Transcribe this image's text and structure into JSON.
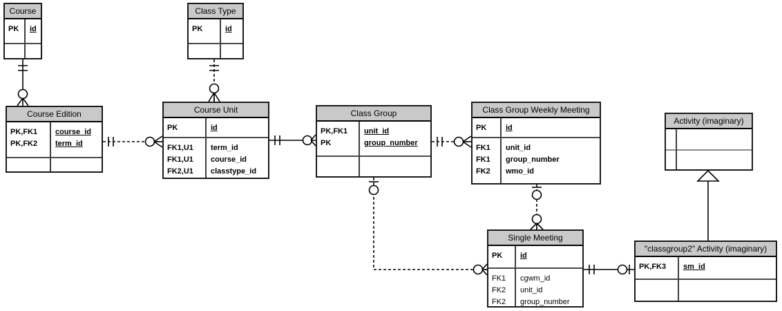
{
  "diagram_type": "entity-relationship (crow's foot notation)",
  "colors": {
    "entity_header_bg": "#c9c9c9",
    "line": "#000000",
    "background": "#ffffff"
  },
  "entities": {
    "course": {
      "title": "Course",
      "pk": [
        {
          "k": "PK",
          "n": "id"
        }
      ]
    },
    "class_type": {
      "title": "Class Type",
      "pk": [
        {
          "k": "PK",
          "n": "id"
        }
      ]
    },
    "course_edition": {
      "title": "Course Edition",
      "pk": [
        {
          "k": "PK,FK1",
          "n": "course_id"
        },
        {
          "k": "PK,FK2",
          "n": "term_id"
        }
      ]
    },
    "course_unit": {
      "title": "Course Unit",
      "pk": [
        {
          "k": "PK",
          "n": "id"
        }
      ],
      "attrs": [
        {
          "k": "FK1,U1",
          "n": "term_id"
        },
        {
          "k": "FK1,U1",
          "n": "course_id"
        },
        {
          "k": "FK2,U1",
          "n": "classtype_id"
        }
      ]
    },
    "class_group": {
      "title": "Class Group",
      "pk": [
        {
          "k": "PK,FK1",
          "n": "unit_id"
        },
        {
          "k": "PK",
          "n": "group_number"
        }
      ]
    },
    "cgwm": {
      "title": "Class Group Weekly Meeting",
      "pk": [
        {
          "k": "PK",
          "n": "id"
        }
      ],
      "attrs": [
        {
          "k": "FK1",
          "n": "unit_id"
        },
        {
          "k": "FK1",
          "n": "group_number"
        },
        {
          "k": "FK2",
          "n": "wmo_id"
        }
      ]
    },
    "activity": {
      "title": "Activity (imaginary)"
    },
    "single_meeting": {
      "title": "Single Meeting",
      "pk": [
        {
          "k": "PK",
          "n": "id"
        }
      ],
      "attrs": [
        {
          "k": "FK1",
          "n": "cgwm_id"
        },
        {
          "k": "FK2",
          "n": "unit_id"
        },
        {
          "k": "FK2",
          "n": "group_number"
        }
      ]
    },
    "classgroup2_activity": {
      "title": "\"classgroup2\" Activity (imaginary)",
      "pk": [
        {
          "k": "PK,FK3",
          "n": "sm_id"
        }
      ]
    }
  },
  "relationships": [
    {
      "from": "Course",
      "to": "Course Edition",
      "from_card": "exactly one",
      "to_card": "zero or many",
      "line": "identifying (solid)"
    },
    {
      "from": "Class Type",
      "to": "Course Unit",
      "from_card": "exactly one",
      "to_card": "zero or many",
      "line": "non-identifying (dashed)"
    },
    {
      "from": "Course Edition",
      "to": "Course Unit",
      "from_card": "exactly one",
      "to_card": "zero or many",
      "line": "non-identifying (dashed)"
    },
    {
      "from": "Course Unit",
      "to": "Class Group",
      "from_card": "exactly one",
      "to_card": "zero or many",
      "line": "identifying (solid)"
    },
    {
      "from": "Class Group",
      "to": "Class Group Weekly Meeting",
      "from_card": "exactly one",
      "to_card": "zero or many",
      "line": "non-identifying (dashed)"
    },
    {
      "from": "Class Group Weekly Meeting",
      "to": "Single Meeting",
      "from_card": "zero or one",
      "to_card": "zero or many",
      "line": "non-identifying (dashed)"
    },
    {
      "from": "Class Group",
      "to": "Single Meeting",
      "from_card": "zero or one",
      "to_card": "zero or many",
      "line": "non-identifying (dashed)"
    },
    {
      "from": "Single Meeting",
      "to": "\"classgroup2\" Activity (imaginary)",
      "from_card": "exactly one",
      "to_card": "zero or one",
      "line": "identifying (solid)"
    },
    {
      "from": "\"classgroup2\" Activity (imaginary)",
      "to": "Activity (imaginary)",
      "type": "inheritance (hollow triangle)"
    }
  ]
}
